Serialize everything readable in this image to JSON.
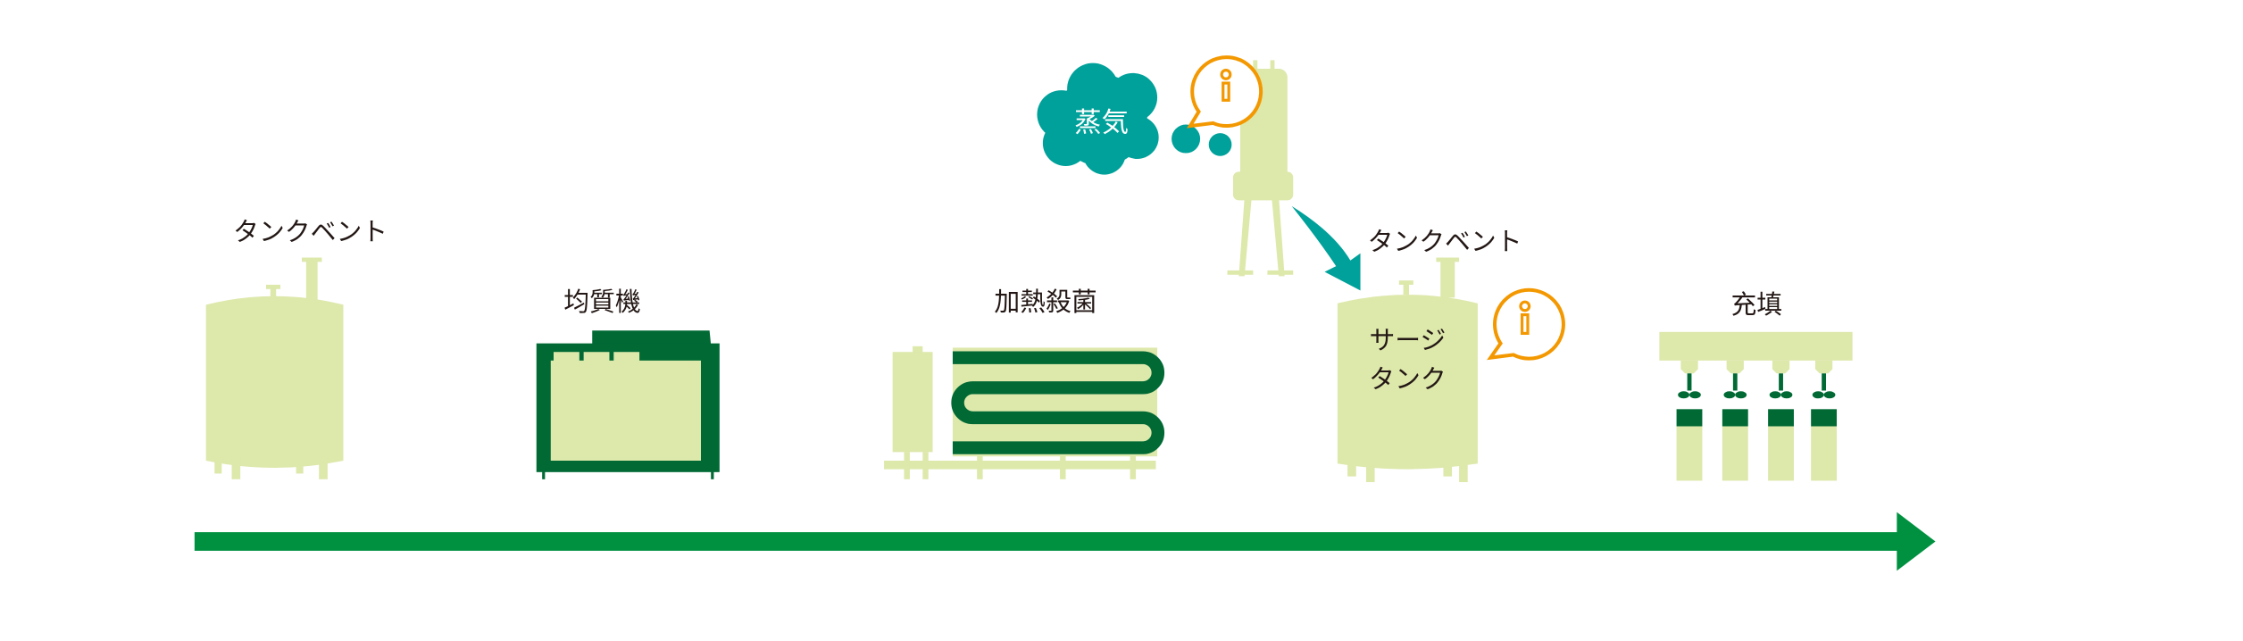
{
  "colors": {
    "light_green": "#dde8ab",
    "dark_green": "#006934",
    "flow_green": "#009140",
    "teal": "#00a19a",
    "orange": "#f39800",
    "text": "#231815"
  },
  "steps": [
    {
      "label": "タンクベント"
    },
    {
      "label": "均質機"
    },
    {
      "label": "加熱殺菌"
    },
    {
      "label": "タンクベント",
      "tank_text_line1": "サージ",
      "tank_text_line2": "タンク"
    },
    {
      "label": "充填"
    }
  ],
  "steam": {
    "label": "蒸気"
  },
  "info_icons": [
    "info-icon",
    "info-icon"
  ]
}
